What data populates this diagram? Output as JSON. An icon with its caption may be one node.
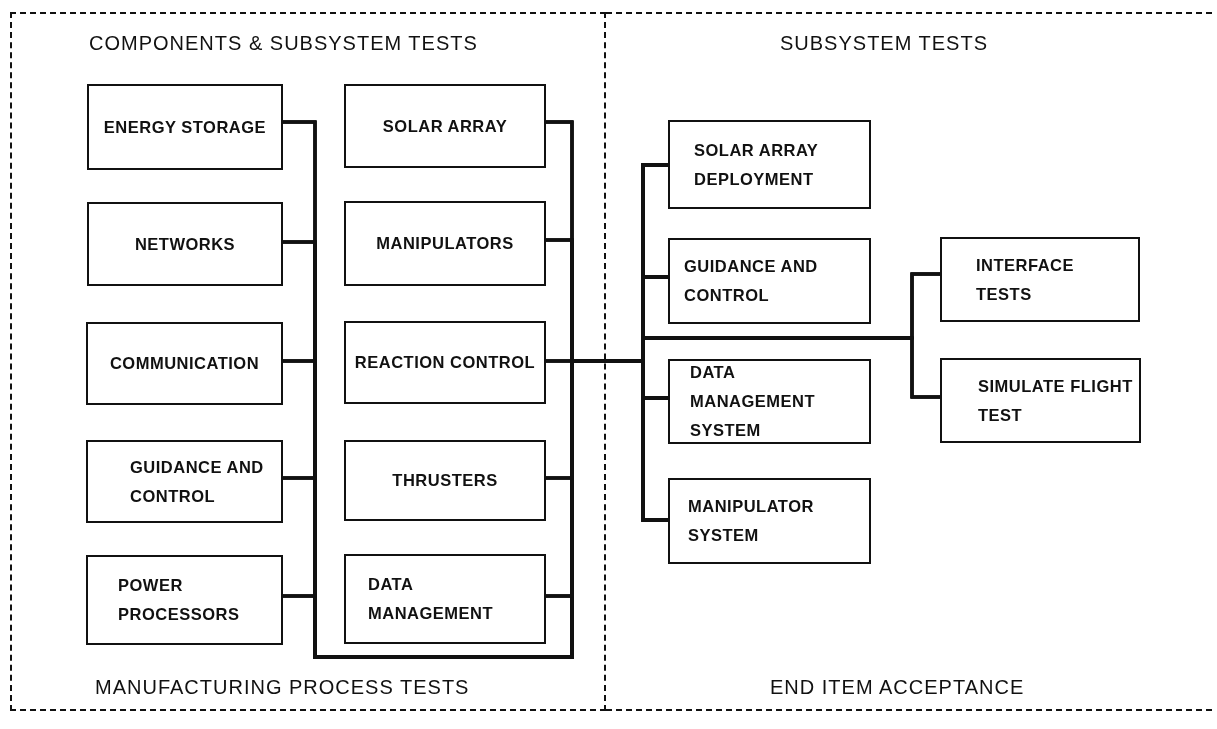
{
  "diagram": {
    "nodes": [
      {
        "text": [
          "COMPONENTS & SUBSYSTEM TESTS",
          "MANUFACTURING PROCESS TESTS"
        ]
      },
      {
        "text": [
          "SUBSYSTEM TESTS",
          "END ITEM ACCEPTANCE"
        ]
      },
      {
        "text": [
          "ENERGY STORAGE"
        ],
        "in": 0
      },
      {
        "text": [
          "NETWORKS"
        ],
        "in": 0
      },
      {
        "text": [
          "COMMUNICATION"
        ],
        "in": 0
      },
      {
        "text": [
          "GUIDANCE AND CONTROL"
        ],
        "in": 0
      },
      {
        "text": [
          "POWER PROCESSORS"
        ],
        "in": 0
      },
      {
        "text": [
          "SOLAR ARRAY"
        ],
        "in": 0
      },
      {
        "text": [
          "MANIPULATORS"
        ],
        "in": 0
      },
      {
        "text": [
          "REACTION CONTROL"
        ],
        "in": 0
      },
      {
        "text": [
          "THRUSTERS"
        ],
        "in": 0
      },
      {
        "text": [
          "DATA MANAGEMENT"
        ],
        "in": 0
      },
      {
        "text": [
          "SOLAR ARRAY DEPLOYMENT"
        ],
        "in": 1
      },
      {
        "text": [
          "GUIDANCE AND CONTROL"
        ],
        "in": 1
      },
      {
        "text": [
          "DATA MANAGEMENT SYSTEM"
        ],
        "in": 1
      },
      {
        "text": [
          "MANIPULATOR SYSTEM"
        ],
        "in": 1
      },
      {
        "text": [
          "INTERFACE TESTS"
        ],
        "in": 1
      },
      {
        "text": [
          "SIMULATE FLIGHT TEST"
        ],
        "in": 1
      }
    ],
    "edges": [
      {
        "from": 2,
        "to": 12,
        "arrow": "none"
      },
      {
        "from": 2,
        "to": 13,
        "arrow": "none"
      },
      {
        "from": 2,
        "to": 14,
        "arrow": "none"
      },
      {
        "from": 2,
        "to": 15,
        "arrow": "none"
      },
      {
        "from": 3,
        "to": 12,
        "arrow": "none"
      },
      {
        "from": 3,
        "to": 13,
        "arrow": "none"
      },
      {
        "from": 3,
        "to": 14,
        "arrow": "none"
      },
      {
        "from": 3,
        "to": 15,
        "arrow": "none"
      },
      {
        "from": 4,
        "to": 12,
        "arrow": "none"
      },
      {
        "from": 4,
        "to": 13,
        "arrow": "none"
      },
      {
        "from": 4,
        "to": 14,
        "arrow": "none"
      },
      {
        "from": 4,
        "to": 15,
        "arrow": "none"
      },
      {
        "from": 5,
        "to": 12,
        "arrow": "none"
      },
      {
        "from": 5,
        "to": 13,
        "arrow": "none"
      },
      {
        "from": 5,
        "to": 14,
        "arrow": "none"
      },
      {
        "from": 5,
        "to": 15,
        "arrow": "none"
      },
      {
        "from": 6,
        "to": 12,
        "arrow": "none"
      },
      {
        "from": 6,
        "to": 13,
        "arrow": "none"
      },
      {
        "from": 6,
        "to": 14,
        "arrow": "none"
      },
      {
        "from": 6,
        "to": 15,
        "arrow": "none"
      },
      {
        "from": 7,
        "to": 12,
        "arrow": "none"
      },
      {
        "from": 7,
        "to": 13,
        "arrow": "none"
      },
      {
        "from": 7,
        "to": 14,
        "arrow": "none"
      },
      {
        "from": 7,
        "to": 15,
        "arrow": "none"
      },
      {
        "from": 8,
        "to": 12,
        "arrow": "none"
      },
      {
        "from": 8,
        "to": 13,
        "arrow": "none"
      },
      {
        "from": 8,
        "to": 14,
        "arrow": "none"
      },
      {
        "from": 8,
        "to": 15,
        "arrow": "none"
      },
      {
        "from": 9,
        "to": 12,
        "arrow": "none"
      },
      {
        "from": 9,
        "to": 13,
        "arrow": "none"
      },
      {
        "from": 9,
        "to": 14,
        "arrow": "none"
      },
      {
        "from": 9,
        "to": 15,
        "arrow": "none"
      },
      {
        "from": 10,
        "to": 12,
        "arrow": "none"
      },
      {
        "from": 10,
        "to": 13,
        "arrow": "none"
      },
      {
        "from": 10,
        "to": 14,
        "arrow": "none"
      },
      {
        "from": 10,
        "to": 15,
        "arrow": "none"
      },
      {
        "from": 11,
        "to": 12,
        "arrow": "none"
      },
      {
        "from": 11,
        "to": 13,
        "arrow": "none"
      },
      {
        "from": 11,
        "to": 14,
        "arrow": "none"
      },
      {
        "from": 11,
        "to": 15,
        "arrow": "none"
      },
      {
        "from": 12,
        "to": 16,
        "arrow": "none"
      },
      {
        "from": 12,
        "to": 17,
        "arrow": "none"
      },
      {
        "from": 13,
        "to": 16,
        "arrow": "none"
      },
      {
        "from": 13,
        "to": 17,
        "arrow": "none"
      },
      {
        "from": 14,
        "to": 16,
        "arrow": "none"
      },
      {
        "from": 14,
        "to": 17,
        "arrow": "none"
      },
      {
        "from": 15,
        "to": 16,
        "arrow": "none"
      },
      {
        "from": 15,
        "to": 17,
        "arrow": "none"
      }
    ]
  }
}
